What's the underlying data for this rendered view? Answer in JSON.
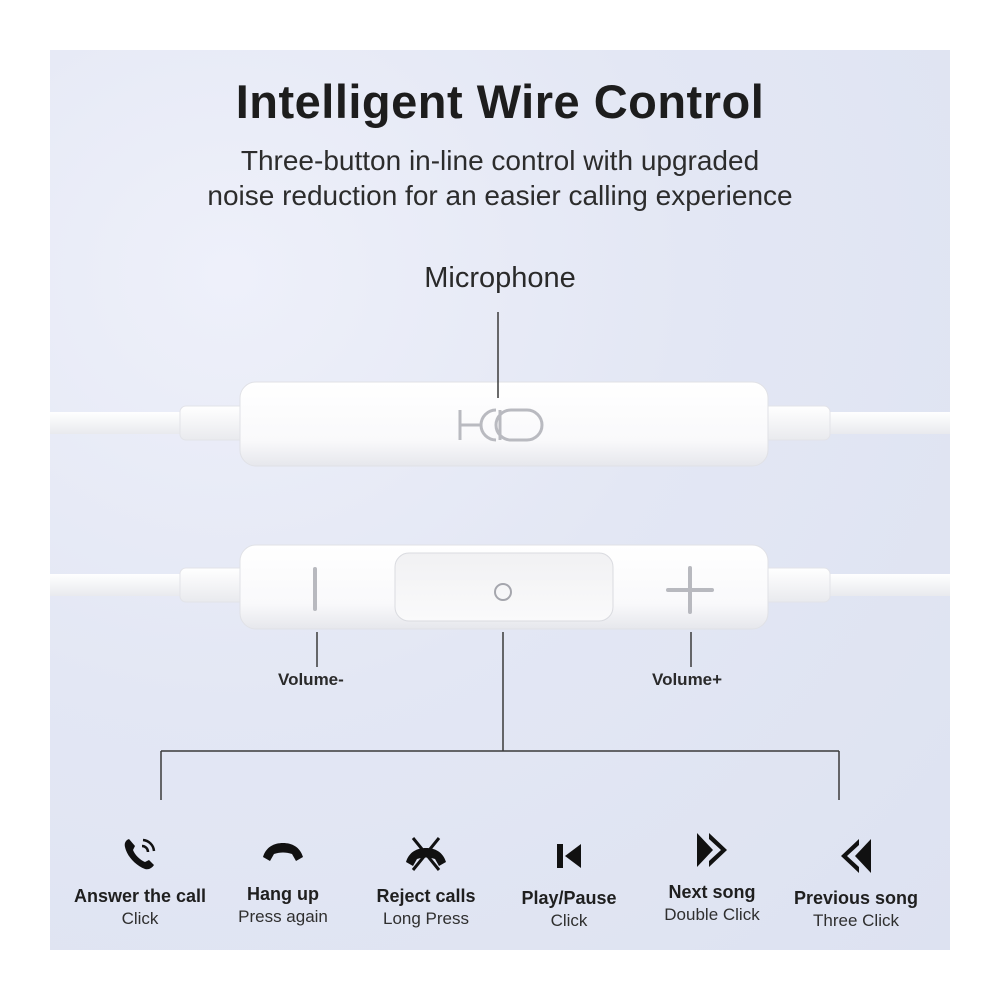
{
  "header": {
    "title": "Intelligent Wire Control",
    "subtitle_line1": "Three-button in-line control with upgraded",
    "subtitle_line2": "noise reduction for an easier calling experience"
  },
  "labels": {
    "microphone": "Microphone",
    "volume_minus": "Volume-",
    "volume_plus": "Volume+"
  },
  "actions": [
    {
      "icon": "phone-ringing-icon",
      "name": "Answer the call",
      "desc": "Click"
    },
    {
      "icon": "hang-up-icon",
      "name": "Hang up",
      "desc": "Press again"
    },
    {
      "icon": "reject-call-icon",
      "name": "Reject calls",
      "desc": "Long Press"
    },
    {
      "icon": "play-pause-icon",
      "name": "Play/Pause",
      "desc": "Click"
    },
    {
      "icon": "next-song-icon",
      "name": "Next song",
      "desc": "Double Click"
    },
    {
      "icon": "previous-song-icon",
      "name": "Previous song",
      "desc": "Three Click"
    }
  ],
  "colors": {
    "background": "#e3e7f4",
    "remote_body": "#ffffff",
    "lines": "#333333"
  }
}
